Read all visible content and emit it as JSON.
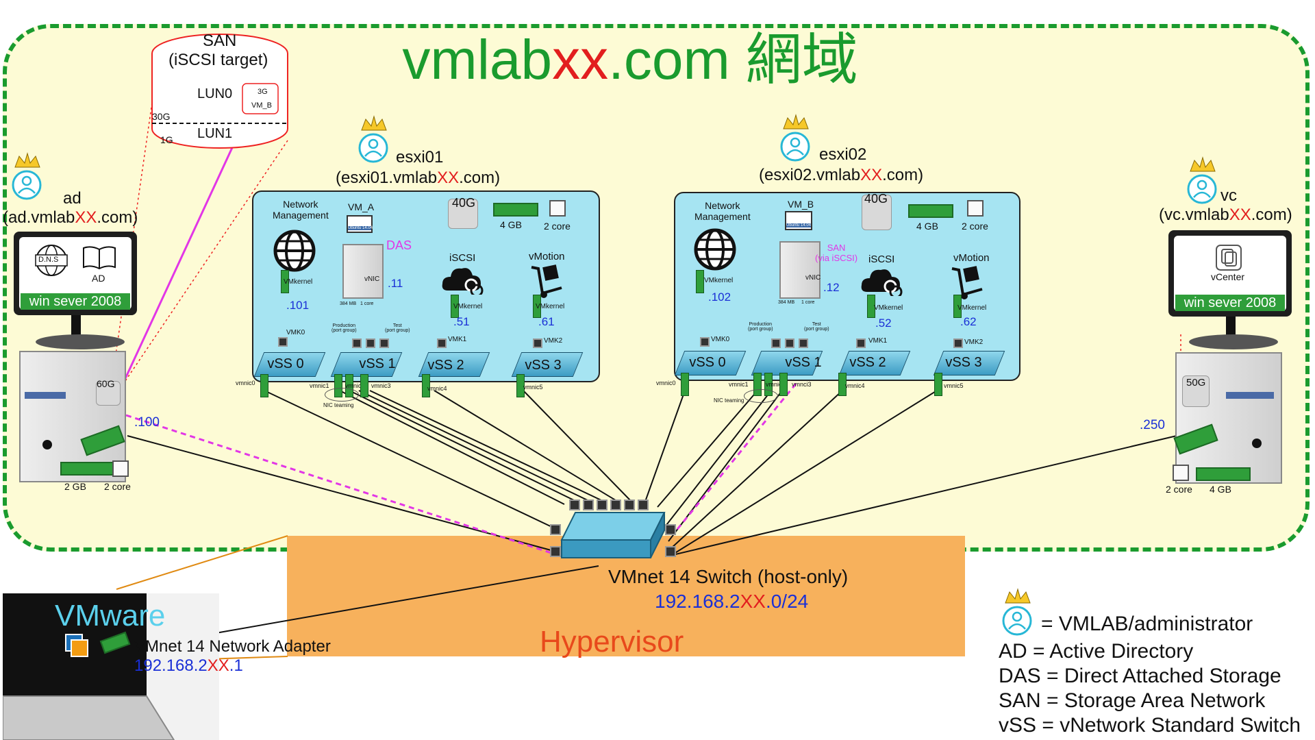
{
  "title": {
    "prefix": "vmlab",
    "red": "xx",
    "suffix": ".com 網域"
  },
  "san": {
    "title": "SAN",
    "subtitle": "(iSCSI target)",
    "lun0": "LUN0",
    "lun1": "LUN1",
    "size_30g": "30G",
    "size_1g": "1G",
    "vmb_size": "3G",
    "vmb_label": "VM_B"
  },
  "ad": {
    "name": "ad",
    "fqdn_prefix": "(ad.vmlab",
    "fqdn_red": "XX",
    "fqdn_suffix": ".com)",
    "os": "win sever 2008",
    "dns_label": "D.N.S",
    "ad_label": "AD",
    "disk": "60G",
    "ram": "2 GB",
    "cpu": "2 core",
    "ip": ".100"
  },
  "vc": {
    "name": "vc",
    "fqdn_prefix": "(vc.vmlab",
    "fqdn_red": "XX",
    "fqdn_suffix": ".com)",
    "os": "win sever 2008",
    "app": "vCenter",
    "disk": "50G",
    "ram": "4 GB",
    "cpu": "2 core",
    "ip": ".250"
  },
  "esxi01": {
    "name": "esxi01",
    "fqdn_prefix": "(esxi01.vmlab",
    "fqdn_red": "XX",
    "fqdn_suffix": ".com)",
    "disk": "40G",
    "ram": "4 GB",
    "cpu": "2 core",
    "net_mgmt": "Network\nManagement",
    "vm": "VM_A",
    "vm_os": "Ubuntu 14.04",
    "vm_mem": "384 MB",
    "vm_cpu": "1 core",
    "das": "DAS",
    "iscsi": "iSCSI",
    "vmotion": "vMotion",
    "vmkernel": "VMkernel",
    "vnic": "vNIC",
    "ip_mgmt": ".101",
    "ip_vnic": ".11",
    "ip_iscsi": ".51",
    "ip_vmotion": ".61",
    "vmk0": "VMK0",
    "vmk1": "VMK1",
    "vmk2": "VMK2",
    "production": "Production\n(port group)",
    "test": "Test\n(port group)",
    "vss0": "vSS 0",
    "vss1": "vSS 1",
    "vss2": "vSS 2",
    "vss3": "vSS 3",
    "vmnic0": "vmnic0",
    "vmnic1": "vmnic1",
    "vmnic2": "vmnic2",
    "vmnic3": "vmnic3",
    "vmnic4": "vmnic4",
    "vmnic5": "vmnic5",
    "teaming": "NIC teaming"
  },
  "esxi02": {
    "name": "esxi02",
    "fqdn_prefix": "(esxi02.vmlab",
    "fqdn_red": "XX",
    "fqdn_suffix": ".com)",
    "disk": "40G",
    "ram": "4 GB",
    "cpu": "2 core",
    "net_mgmt": "Network\nManagement",
    "vm": "VM_B",
    "vm_os": "Ubuntu 14.04",
    "vm_mem": "384 MB",
    "vm_cpu": "1 core",
    "san": "SAN\n(via iSCSI)",
    "iscsi": "iSCSI",
    "vmotion": "vMotion",
    "vmkernel": "VMkernel",
    "vnic": "vNIC",
    "ip_mgmt": ".102",
    "ip_vnic": ".12",
    "ip_iscsi": ".52",
    "ip_vmotion": ".62",
    "vmk0": "VMK0",
    "vmk1": "VMK1",
    "vmk2": "VMK2",
    "production": "Production\n(port group)",
    "test": "Test\n(port group)",
    "vss0": "vSS 0",
    "vss1": "vSS 1",
    "vss2": "vSS 2",
    "vss3": "vSS 3",
    "vmnic0": "vmnic0",
    "vmnic1": "vmnic1",
    "vmnic2": "vmnic2",
    "vmnic3": "vmnci3",
    "vmnic4": "vmnic4",
    "vmnic5": "vmnic5",
    "teaming": "NIC teaming"
  },
  "switch": {
    "name": "VMnet 14 Switch (host-only)",
    "subnet_prefix": "192.168.2",
    "subnet_red": "XX",
    "subnet_suffix": ".0/24"
  },
  "hypervisor": "Hypervisor",
  "host": {
    "brand": "VMware",
    "adapter": "VMnet 14 Network Adapter",
    "ip_prefix": "192.168.2",
    "ip_red": "XX",
    "ip_suffix": ".1"
  },
  "legend": {
    "admin": "= VMLAB/administrator",
    "ad": "AD   = Active Directory",
    "das": "DAS = Direct Attached Storage",
    "san": "SAN = Storage Area Network",
    "vss": "vSS  = vNetwork Standard Switch"
  },
  "colors": {
    "domain": "#1a9b2e",
    "accent_red": "#e21e1e",
    "ip_blue": "#1a2fd6",
    "magenta": "#e236e6",
    "esxi_bg": "#a6e4f2",
    "hypervisor": "#f7b15c"
  },
  "icons": [
    "crown-user-icon",
    "globe-icon",
    "cloud-link-icon",
    "hand-truck-icon",
    "dns-icon",
    "book-icon",
    "vcenter-icon",
    "switch-icon",
    "ram-icon",
    "cpu-icon",
    "disk-icon",
    "nic-icon",
    "laptop-icon"
  ]
}
